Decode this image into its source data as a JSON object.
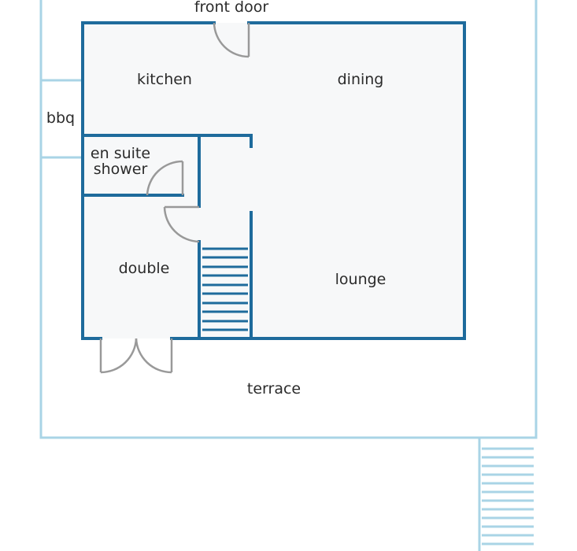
{
  "labels": {
    "front_door": "front door",
    "kitchen": "kitchen",
    "dining": "dining",
    "bbq": "bbq",
    "en_suite_line1": "en suite",
    "en_suite_line2": "shower",
    "double": "double",
    "lounge": "lounge",
    "terrace": "terrace"
  },
  "colors": {
    "interior_wall": "#1e6b9c",
    "exterior_line": "#a9d4e6",
    "floor_fill": "#f7f8f9",
    "door": "#999999",
    "background": "#ffffff"
  }
}
